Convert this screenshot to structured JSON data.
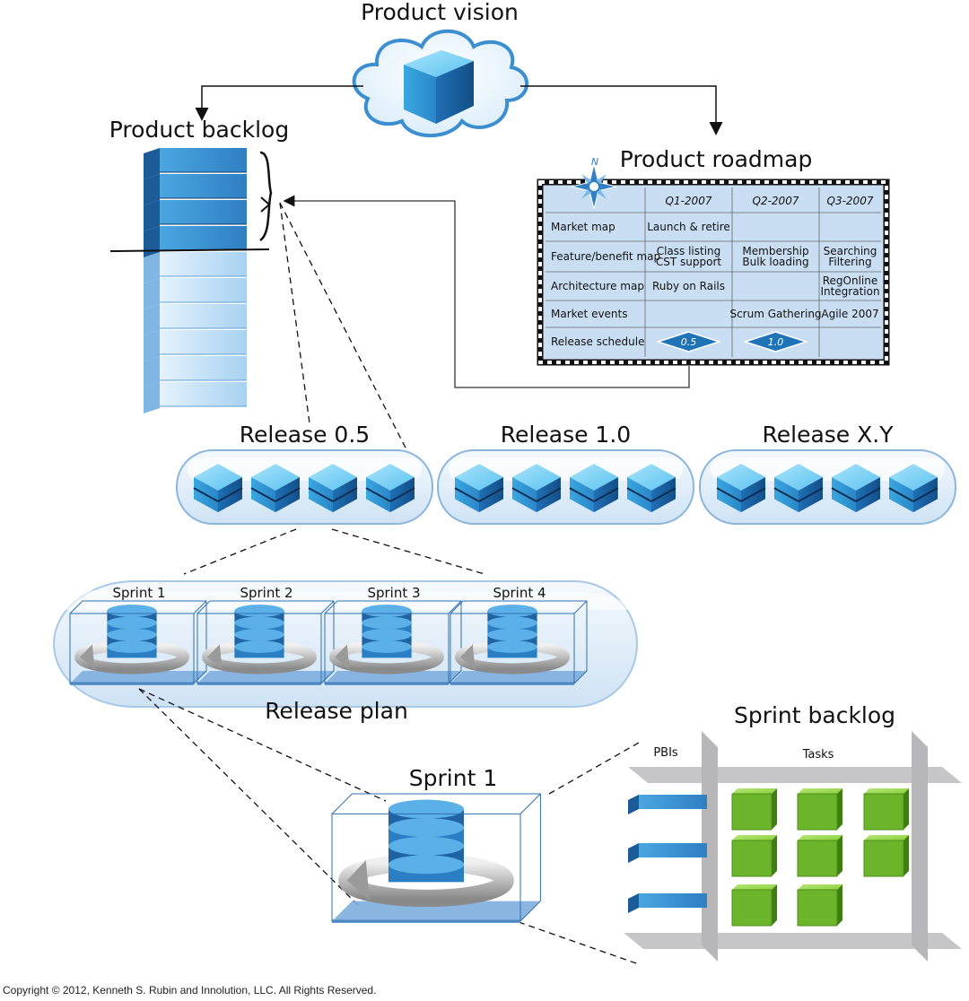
{
  "colors": {
    "blue_dark": "#1a5f9e",
    "blue_mid": "#3f8fd0",
    "blue_light": "#cfe4f7",
    "green": "#6db52b",
    "grey_grid": "#c9c9cb"
  },
  "vision": {
    "label": "Product vision",
    "icon": "cloud-cube-icon"
  },
  "backlog": {
    "label": "Product backlog"
  },
  "roadmap": {
    "label": "Product roadmap",
    "compass_letter": "N",
    "columns": [
      "Q1-2007",
      "Q2-2007",
      "Q3-2007"
    ],
    "rows": [
      {
        "label": "Market map",
        "cells": [
          "Launch & retire",
          "",
          ""
        ]
      },
      {
        "label": "Feature/benefit map",
        "cells": [
          "Class listing\nCST support",
          "Membership\nBulk loading",
          "Searching\nFiltering"
        ]
      },
      {
        "label": "Architecture map",
        "cells": [
          "Ruby on Rails",
          "",
          "RegOnline\nIntegration"
        ]
      },
      {
        "label": "Market events",
        "cells": [
          "",
          "Scrum Gathering",
          "Agile 2007"
        ]
      },
      {
        "label": "Release schedule",
        "cells": [
          "0.5",
          "1.0",
          ""
        ]
      }
    ]
  },
  "releases": [
    "Release 0.5",
    "Release 1.0",
    "Release X.Y"
  ],
  "sprints": [
    "Sprint 1",
    "Sprint 2",
    "Sprint 3",
    "Sprint 4"
  ],
  "release_plan": {
    "label": "Release plan"
  },
  "sprint_detail": {
    "label": "Sprint 1"
  },
  "sprint_backlog": {
    "label": "Sprint backlog",
    "pbis_label": "PBIs",
    "tasks_label": "Tasks"
  },
  "copyright": "Copyright © 2012, Kenneth S. Rubin and Innolution, LLC. All Rights Reserved."
}
